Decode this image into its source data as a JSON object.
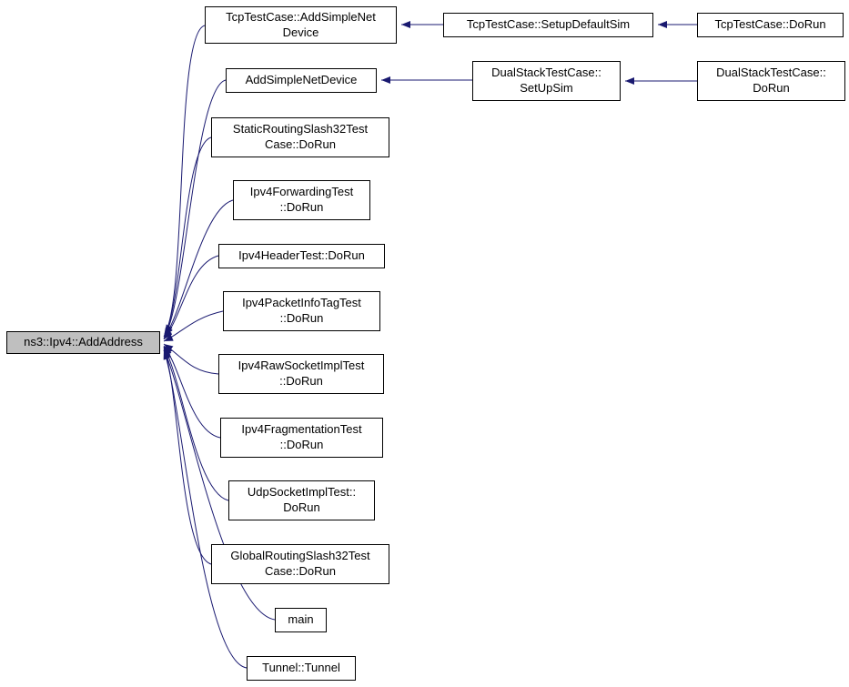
{
  "diagram": {
    "type": "doxygen-caller-graph",
    "background_color": "#ffffff",
    "edge_color": "#191970",
    "node_fill": "#ffffff",
    "node_border": "#000000",
    "highlight_fill": "#bfbfbf"
  },
  "nodes": {
    "addaddress": {
      "label": "ns3::Ipv4::AddAddress",
      "highlighted": true
    },
    "tcp_addsimplenetdevice": {
      "label": "TcpTestCase::AddSimpleNet\nDevice"
    },
    "addsimplenetdevice": {
      "label": "AddSimpleNetDevice"
    },
    "staticrouting_dorun": {
      "label": "StaticRoutingSlash32Test\nCase::DoRun"
    },
    "ipv4forwarding_dorun": {
      "label": "Ipv4ForwardingTest\n::DoRun"
    },
    "ipv4header_dorun": {
      "label": "Ipv4HeaderTest::DoRun"
    },
    "ipv4packetinfotag_dorun": {
      "label": "Ipv4PacketInfoTagTest\n::DoRun"
    },
    "ipv4rawsocket_dorun": {
      "label": "Ipv4RawSocketImplTest\n::DoRun"
    },
    "ipv4fragmentation_dorun": {
      "label": "Ipv4FragmentationTest\n::DoRun"
    },
    "udpsocket_dorun": {
      "label": "UdpSocketImplTest::\nDoRun"
    },
    "globalrouting_dorun": {
      "label": "GlobalRoutingSlash32Test\nCase::DoRun"
    },
    "main": {
      "label": "main"
    },
    "tunnel": {
      "label": "Tunnel::Tunnel"
    },
    "setupdefaultsim": {
      "label": "TcpTestCase::SetupDefaultSim"
    },
    "dualstack_setupsim": {
      "label": "DualStackTestCase::\nSetUpSim"
    },
    "tcp_dorun": {
      "label": "TcpTestCase::DoRun"
    },
    "dualstack_dorun": {
      "label": "DualStackTestCase::\nDoRun"
    }
  },
  "edges": [
    {
      "from": "tcp_addsimplenetdevice",
      "to": "addaddress"
    },
    {
      "from": "addsimplenetdevice",
      "to": "addaddress"
    },
    {
      "from": "staticrouting_dorun",
      "to": "addaddress"
    },
    {
      "from": "ipv4forwarding_dorun",
      "to": "addaddress"
    },
    {
      "from": "ipv4header_dorun",
      "to": "addaddress"
    },
    {
      "from": "ipv4packetinfotag_dorun",
      "to": "addaddress"
    },
    {
      "from": "ipv4rawsocket_dorun",
      "to": "addaddress"
    },
    {
      "from": "ipv4fragmentation_dorun",
      "to": "addaddress"
    },
    {
      "from": "udpsocket_dorun",
      "to": "addaddress"
    },
    {
      "from": "globalrouting_dorun",
      "to": "addaddress"
    },
    {
      "from": "main",
      "to": "addaddress"
    },
    {
      "from": "tunnel",
      "to": "addaddress"
    },
    {
      "from": "setupdefaultsim",
      "to": "tcp_addsimplenetdevice"
    },
    {
      "from": "tcp_dorun",
      "to": "setupdefaultsim"
    },
    {
      "from": "dualstack_setupsim",
      "to": "addsimplenetdevice"
    },
    {
      "from": "dualstack_dorun",
      "to": "dualstack_setupsim"
    }
  ]
}
